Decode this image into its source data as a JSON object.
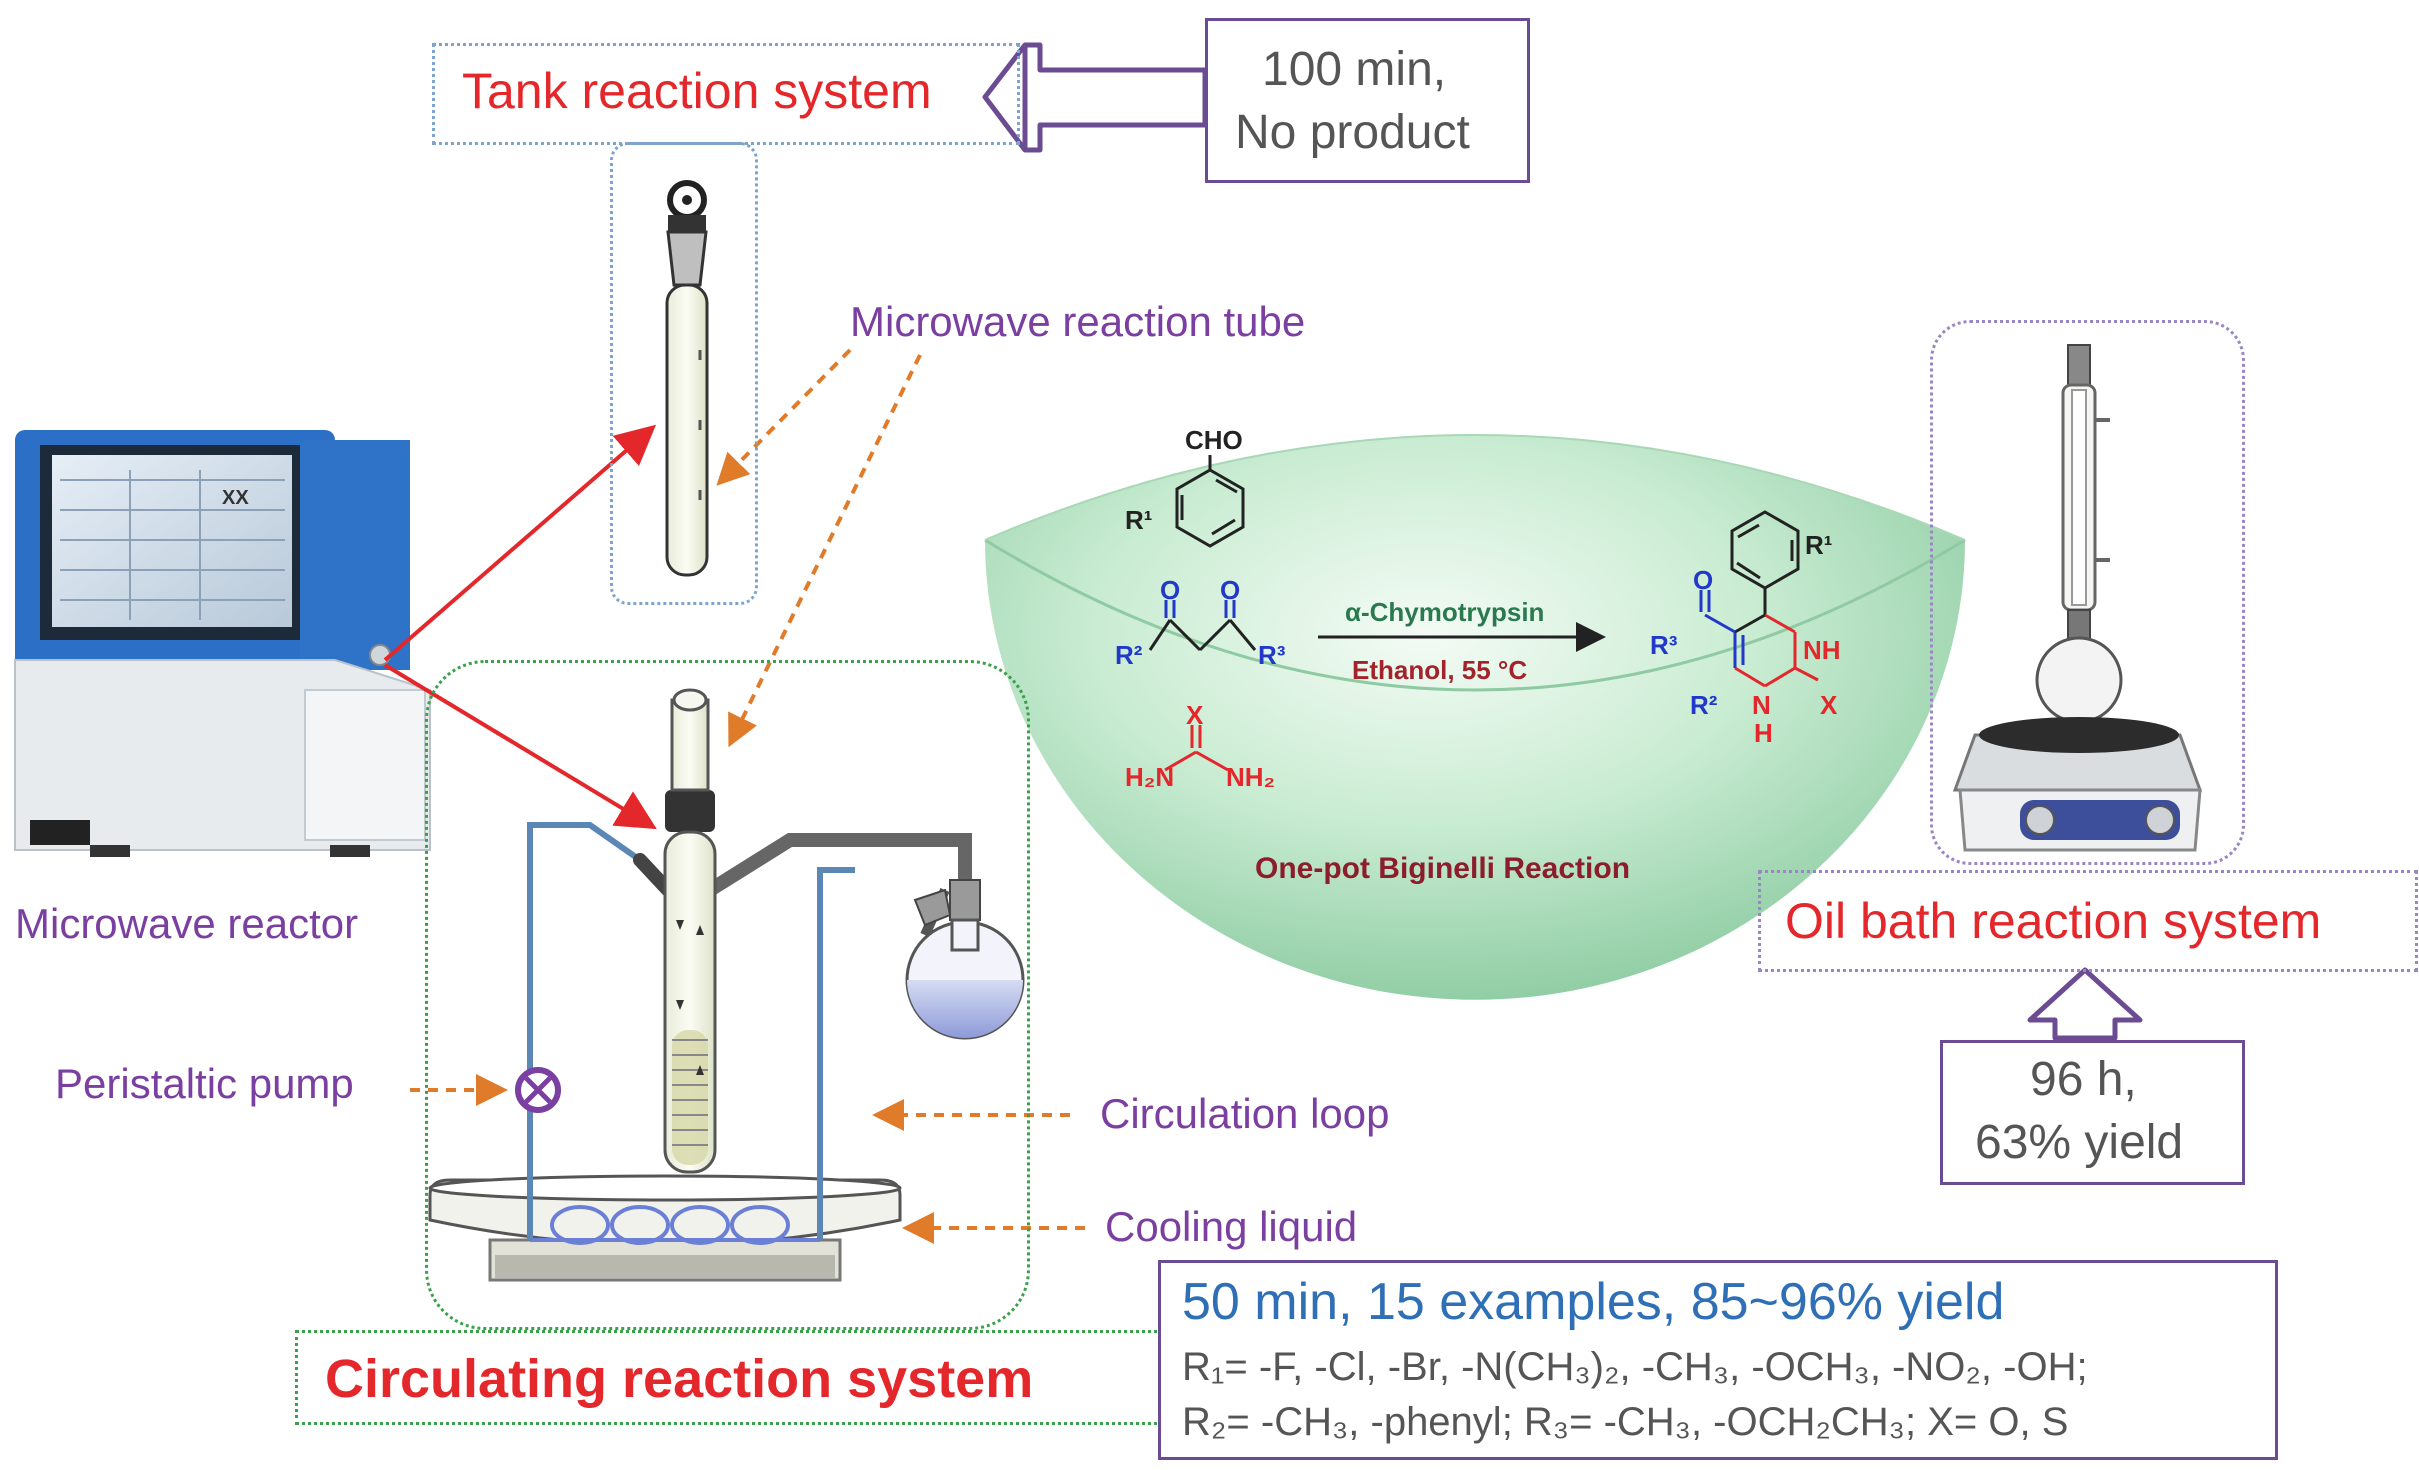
{
  "systems": {
    "tank": "Tank reaction system",
    "circulating": "Circulating reaction system",
    "oil_bath": "Oil bath reaction system"
  },
  "results": {
    "tank": {
      "line1": "100 min,",
      "line2": "No product"
    },
    "oil_bath": {
      "line1": "96 h,",
      "line2": "63% yield"
    },
    "circulating": {
      "headline": "50 min, 15 examples, 85~96% yield",
      "r1": "R₁= -F, -Cl, -Br, -N(CH₃)₂, -CH₃, -OCH₃, -NO₂, -OH;",
      "r2": "R₂= -CH₃, -phenyl; R₃= -CH₃, -OCH₂CH₃; X= O, S"
    }
  },
  "labels": {
    "microwave_reactor": "Microwave reactor",
    "microwave_tube": "Microwave reaction tube",
    "peristaltic_pump": "Peristaltic pump",
    "circulation_loop": "Circulation loop",
    "cooling_liquid": "Cooling liquid"
  },
  "reaction": {
    "aldehyde_group": "CHO",
    "r1": "R¹",
    "r2": "R²",
    "r3": "R³",
    "oxygen": "O",
    "x": "X",
    "h2n": "H₂N",
    "nh2": "NH₂",
    "nh": "NH",
    "n": "N",
    "h": "H",
    "catalyst": "α-Chymotrypsin",
    "conditions": "Ethanol, 55 °C",
    "name": "One-pot Biginelli Reaction"
  },
  "screen": {
    "value": "XX"
  },
  "colors": {
    "red": "#e3272b",
    "purple": "#7a3fa0",
    "blue": "#2f6fb5",
    "orange": "#e07b2a",
    "green_dome": "#bfe6c8",
    "box_purple": "#6b4c93"
  }
}
